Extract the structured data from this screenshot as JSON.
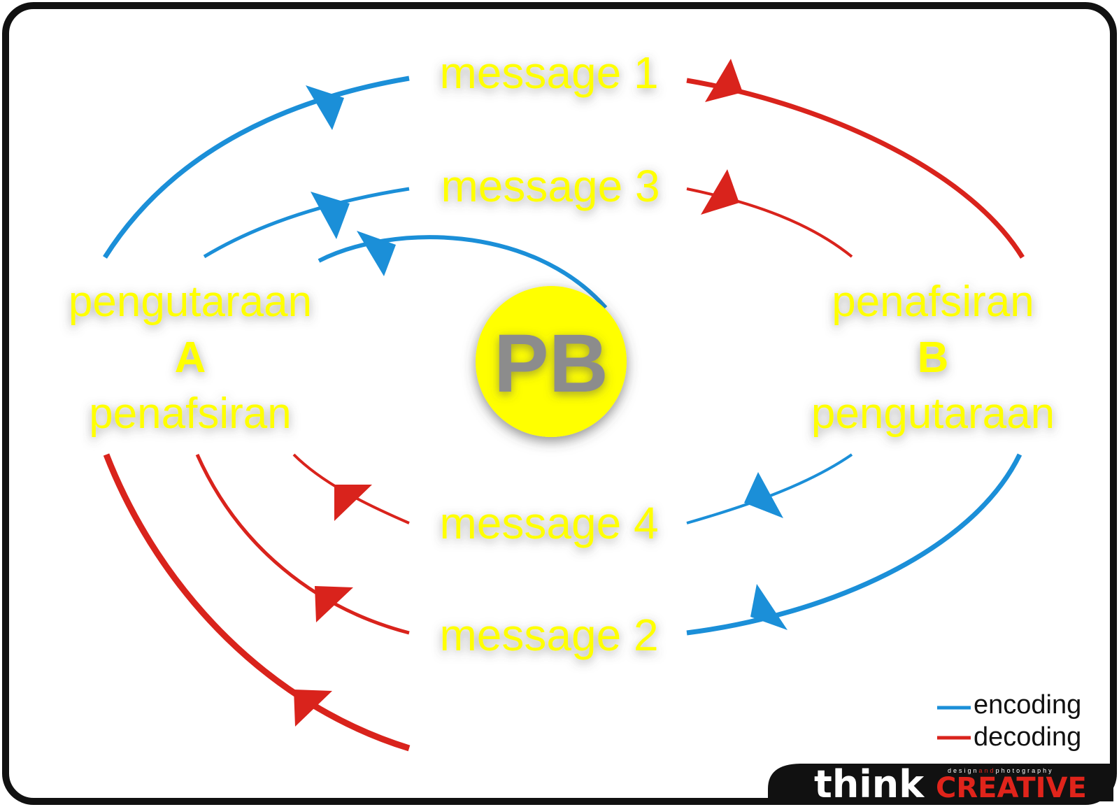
{
  "colors": {
    "encoding": "#1b8fd8",
    "decoding": "#d9231c",
    "label_yellow": "#ffff00",
    "pb_circle": "#ffff00",
    "pb_text": "#8c8c8c"
  },
  "labels": {
    "message_1": "message 1",
    "message_2": "message 2",
    "message_3": "message 3",
    "message_4": "message 4"
  },
  "party_a": {
    "top": "pengutaraan",
    "letter": "A",
    "bottom": "penafsiran"
  },
  "party_b": {
    "top": "penafsiran",
    "letter": "B",
    "bottom": "pengutaraan"
  },
  "center": {
    "label": "PB"
  },
  "legend": {
    "encoding": "encoding",
    "decoding": "decoding"
  },
  "branding": {
    "think": "think",
    "creative": "CREATIVE",
    "tagline_left": "design",
    "tagline_mid": "and",
    "tagline_right": "photography"
  }
}
